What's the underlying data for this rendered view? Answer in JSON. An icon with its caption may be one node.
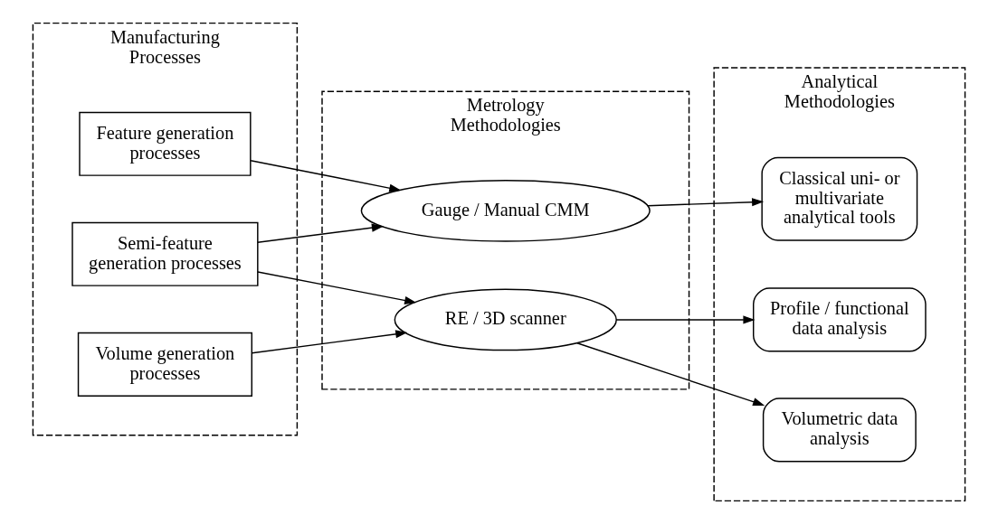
{
  "diagram": {
    "nodes": [
      {
        "text": [
          "Manufacturing Processes"
        ]
      },
      {
        "text": [
          "Feature generation processes"
        ],
        "in": 0
      },
      {
        "text": [
          "Semi-feature generation processes"
        ],
        "in": 0
      },
      {
        "text": [
          "Volume generation processes"
        ],
        "in": 0
      },
      {
        "text": [
          "Metrology Methodologies"
        ]
      },
      {
        "text": [
          "Gauge / Manual CMM"
        ],
        "in": 4
      },
      {
        "text": [
          "RE / 3D scanner"
        ],
        "in": 4
      },
      {
        "text": [
          "Analytical Methodologies"
        ]
      },
      {
        "text": [
          "Classical uni- or multivariate analytical tools"
        ],
        "in": 7
      },
      {
        "text": [
          "Profile / functional data analysis"
        ],
        "in": 7
      },
      {
        "text": [
          "Volumetric data analysis"
        ],
        "in": 7
      }
    ],
    "edges": [
      {
        "from": 1,
        "to": 5,
        "arrow": "to"
      },
      {
        "from": 2,
        "to": 5,
        "arrow": "to"
      },
      {
        "from": 2,
        "to": 6,
        "arrow": "to"
      },
      {
        "from": 3,
        "to": 6,
        "arrow": "to"
      },
      {
        "from": 5,
        "to": 8,
        "arrow": "to"
      },
      {
        "from": 6,
        "to": 9,
        "arrow": "to"
      },
      {
        "from": 6,
        "to": 10,
        "arrow": "to"
      }
    ]
  }
}
